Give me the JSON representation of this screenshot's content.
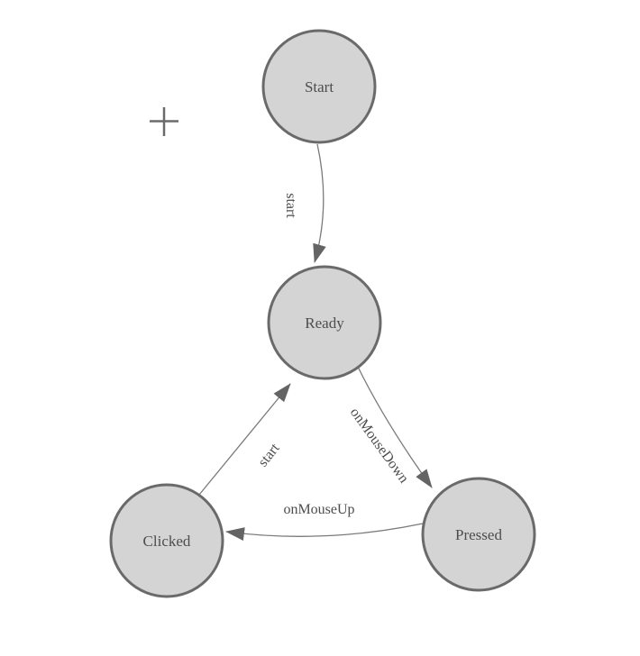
{
  "diagram": {
    "type": "state-machine",
    "nodes": [
      {
        "id": "start",
        "label": "Start"
      },
      {
        "id": "ready",
        "label": "Ready"
      },
      {
        "id": "clicked",
        "label": "Clicked"
      },
      {
        "id": "pressed",
        "label": "Pressed"
      }
    ],
    "edges": [
      {
        "id": "start-to-ready",
        "from": "Start",
        "to": "Ready",
        "label": "start"
      },
      {
        "id": "ready-to-pressed",
        "from": "Ready",
        "to": "Pressed",
        "label": "onMouseDown"
      },
      {
        "id": "pressed-to-clicked",
        "from": "Pressed",
        "to": "Clicked",
        "label": "onMouseUp"
      },
      {
        "id": "clicked-to-ready",
        "from": "Clicked",
        "to": "Ready",
        "label": "start"
      }
    ],
    "colors": {
      "background": "#ffffff",
      "node_fill": "#d4d4d4",
      "node_stroke": "#6a6a6a",
      "edge_stroke": "#7a7a7a",
      "arrowhead_fill": "#646464",
      "text": "#4d4d4d",
      "plus_icon": "#6b6b6b"
    }
  }
}
